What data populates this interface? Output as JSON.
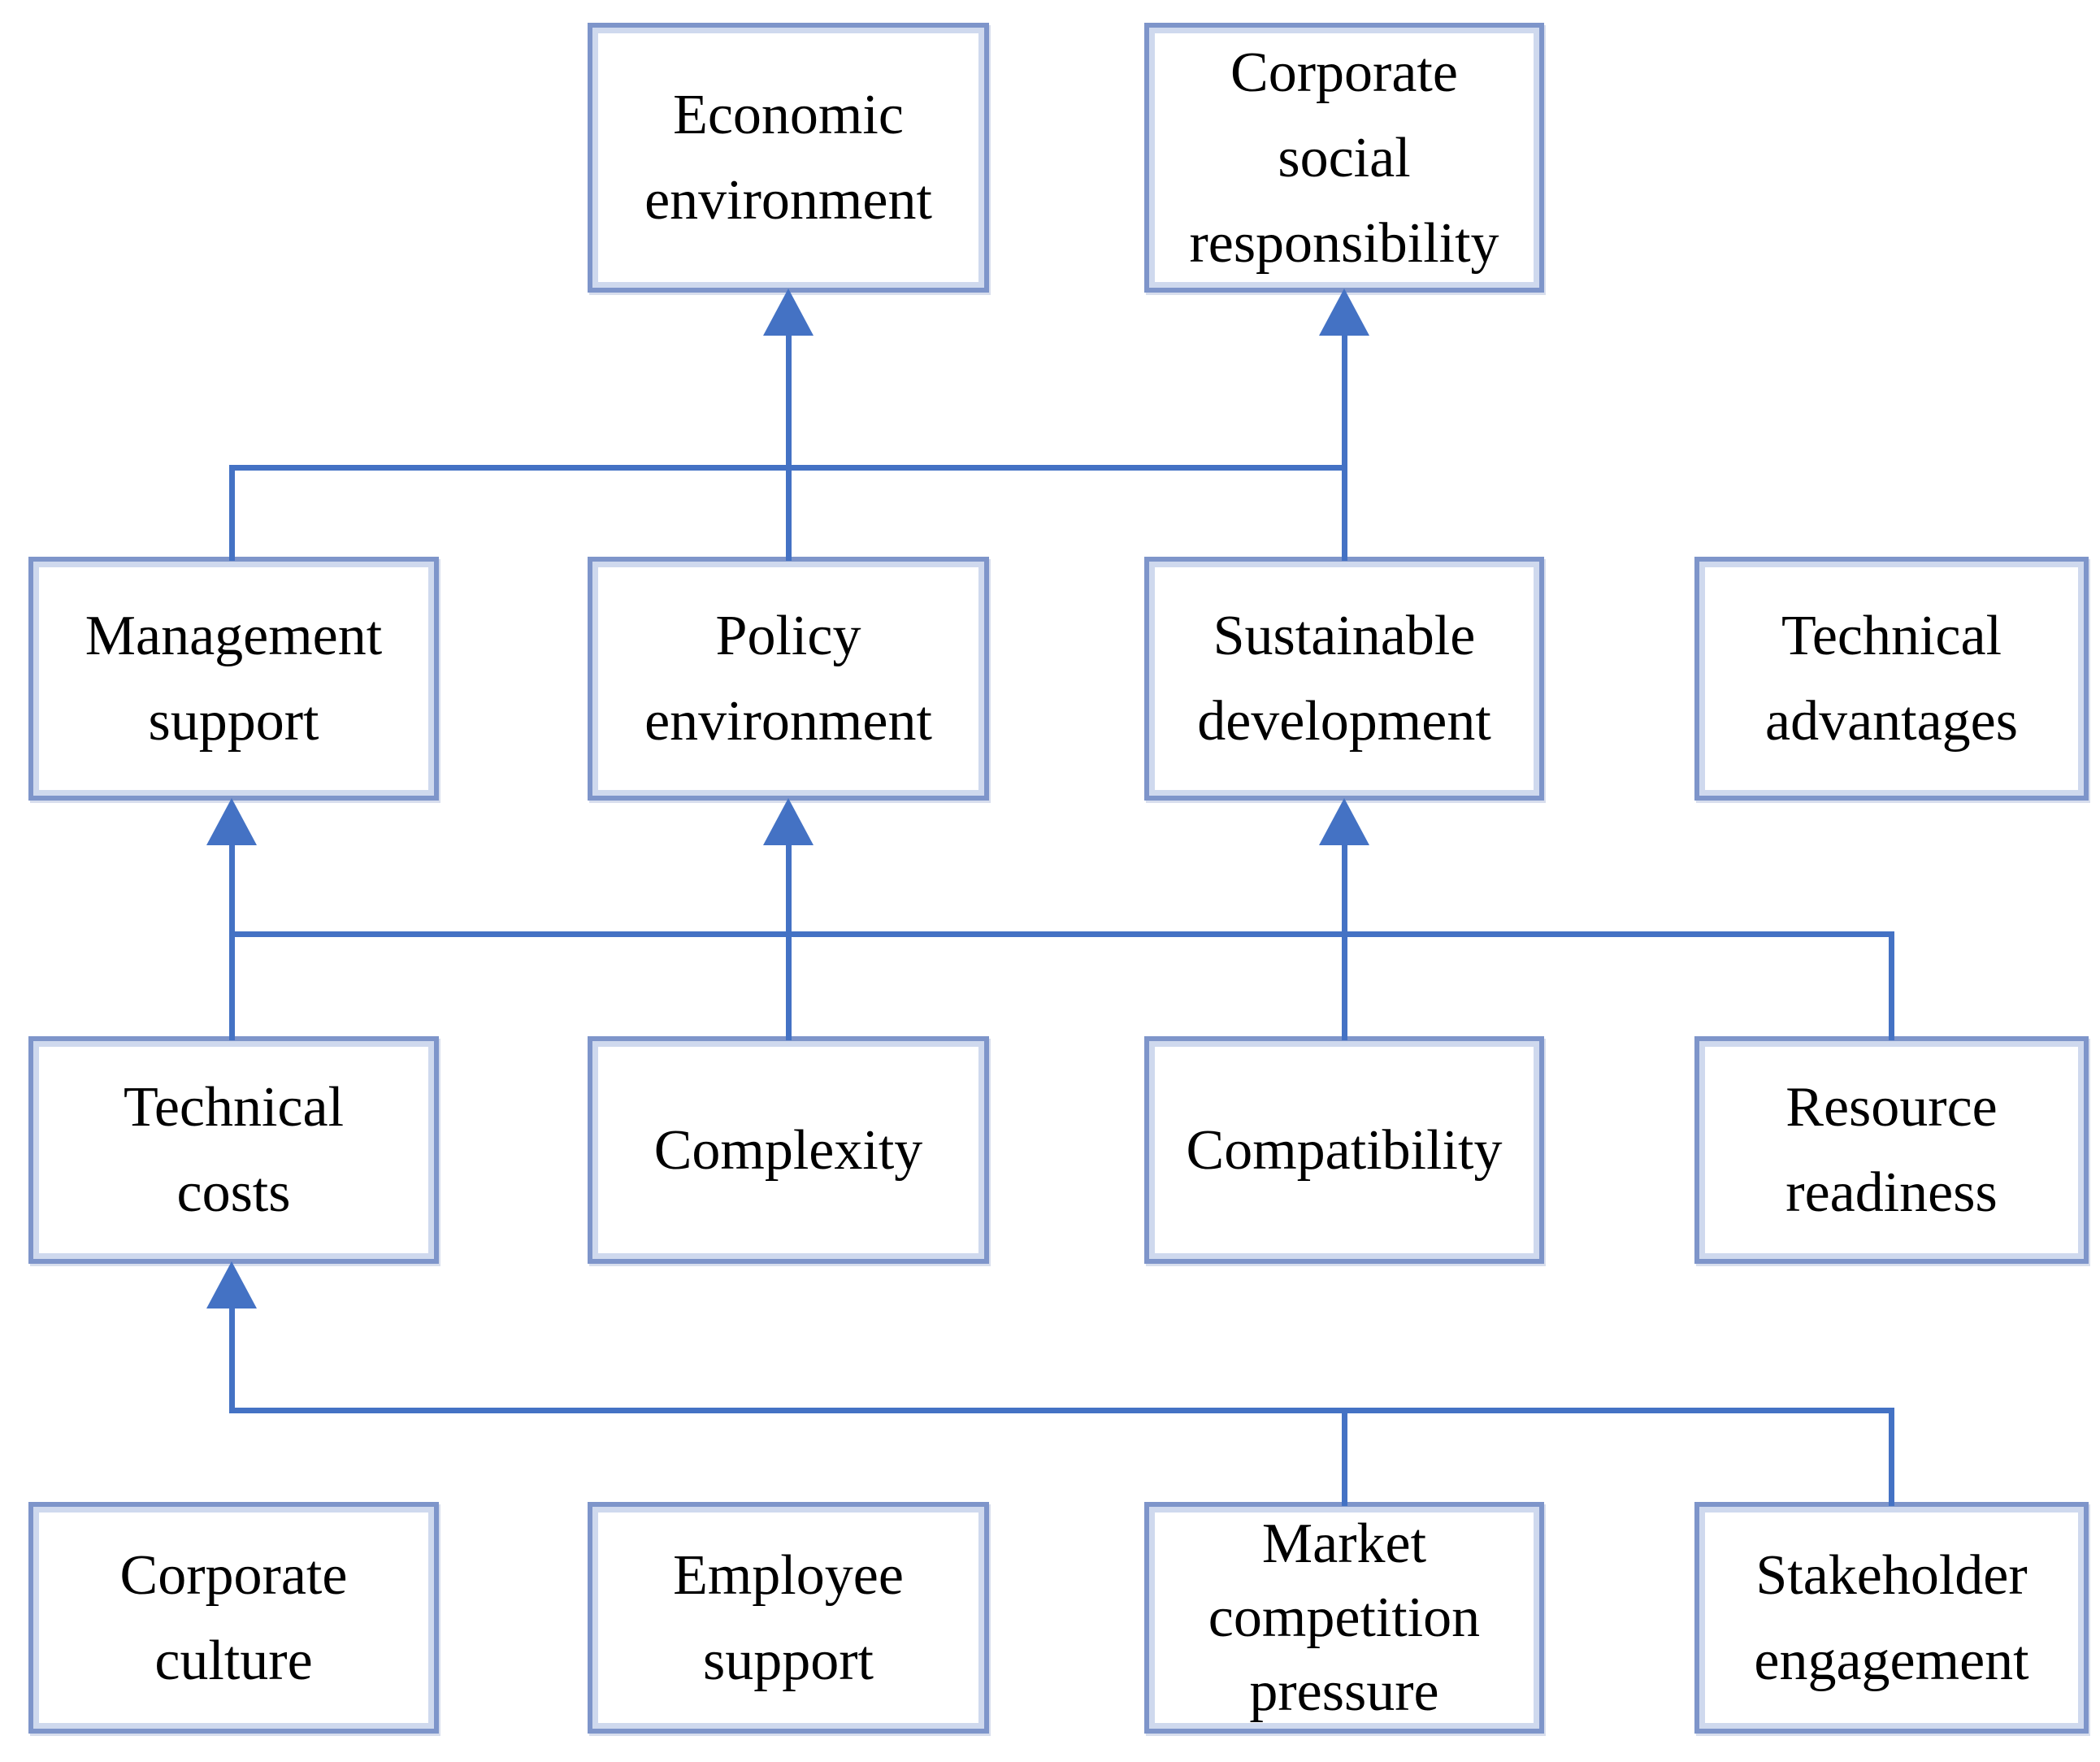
{
  "nodes": {
    "economic_environment": {
      "label": "Economic environment"
    },
    "corporate_social_responsibility": {
      "label": "Corporate social responsibility"
    },
    "management_support": {
      "label": "Management support"
    },
    "policy_environment": {
      "label": "Policy environment"
    },
    "sustainable_development": {
      "label": "Sustainable development"
    },
    "technical_advantages": {
      "label": "Technical advantages"
    },
    "technical_costs": {
      "label": "Technical costs"
    },
    "complexity": {
      "label": "Complexity"
    },
    "compatibility": {
      "label": "Compatibility"
    },
    "resource_readiness": {
      "label": "Resource readiness"
    },
    "corporate_culture": {
      "label": "Corporate culture"
    },
    "employee_support": {
      "label": "Employee support"
    },
    "market_competition_pressure": {
      "label": "Market competition pressure"
    },
    "stakeholder_engagement": {
      "label": "Stakeholder engagement"
    }
  },
  "edges": [
    {
      "from": [
        "Management support",
        "Policy environment",
        "Sustainable development"
      ],
      "to": [
        "Economic environment",
        "Corporate social responsibility"
      ]
    },
    {
      "from": [
        "Technical costs",
        "Complexity",
        "Compatibility",
        "Resource readiness"
      ],
      "to": [
        "Management support",
        "Policy environment",
        "Sustainable development"
      ]
    },
    {
      "from": [
        "Market competition pressure",
        "Stakeholder engagement"
      ],
      "to": [
        "Technical costs"
      ]
    }
  ],
  "colors": {
    "connector_line": "#4472c4",
    "box_border": "#7e95ca",
    "box_inner_highlight": "#cfd9ee",
    "text": "#000000",
    "background": "#ffffff"
  }
}
